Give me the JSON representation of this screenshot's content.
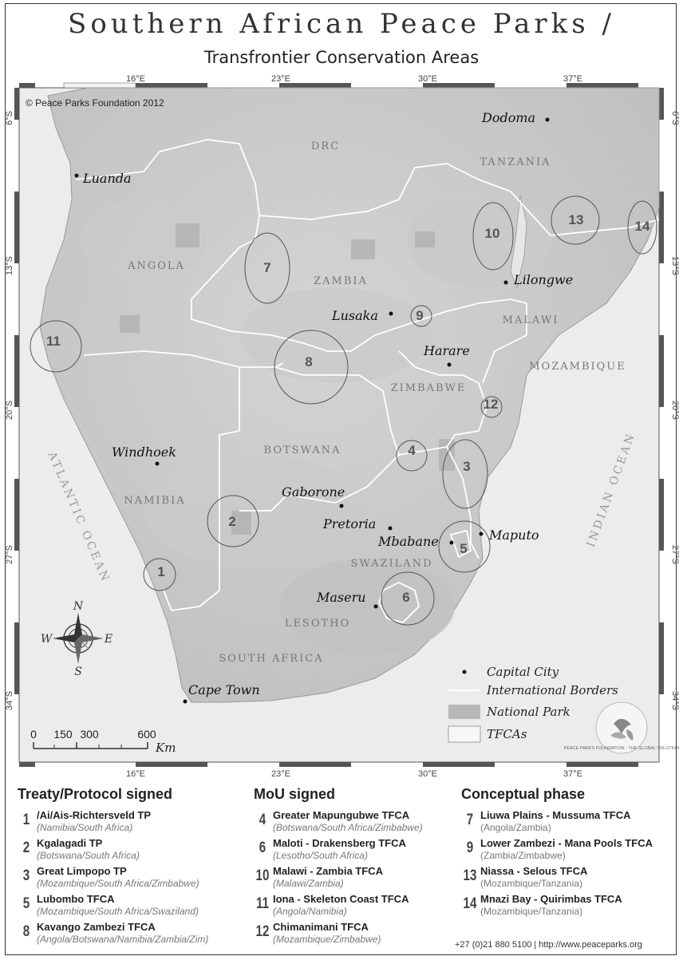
{
  "header": {
    "title": "Southern African Peace Parks /",
    "subtitle": "Transfrontier Conservation Areas"
  },
  "copyright": "© Peace Parks Foundation 2012",
  "graticule": {
    "top_ticks": [
      "16°E",
      "23°E",
      "30°E",
      "37°E"
    ],
    "bottom_ticks": [
      "16°E",
      "23°E",
      "30°E",
      "37°E"
    ],
    "left_ticks": [
      "6°S",
      "13°S",
      "20°S",
      "27°S",
      "34°S"
    ],
    "right_ticks": [
      "6°S",
      "13°S",
      "20°S",
      "27°S",
      "34°S"
    ]
  },
  "countries": [
    "DRC",
    "TANZANIA",
    "ANGOLA",
    "ZAMBIA",
    "MALAWI",
    "MOZAMBIQUE",
    "ZIMBABWE",
    "BOTSWANA",
    "NAMIBIA",
    "SWAZILAND",
    "LESOTHO",
    "SOUTH AFRICA"
  ],
  "oceans": [
    "ATLANTIC OCEAN",
    "INDIAN OCEAN"
  ],
  "capitals": [
    "Dodoma",
    "Luanda",
    "Lilongwe",
    "Lusaka",
    "Harare",
    "Windhoek",
    "Gaborone",
    "Pretoria",
    "Mbabane",
    "Maputo",
    "Maseru",
    "Cape Town"
  ],
  "tfca_markers": [
    "1",
    "2",
    "3",
    "4",
    "5",
    "6",
    "7",
    "8",
    "9",
    "10",
    "11",
    "12",
    "13",
    "14"
  ],
  "compass": {
    "n": "N",
    "s": "S",
    "e": "E",
    "w": "W"
  },
  "scale_bar": {
    "labels": [
      "0",
      "150",
      "300",
      "600"
    ],
    "unit": "Km"
  },
  "map_legend": {
    "capital": "Capital City",
    "borders": "International Borders",
    "park": "National Park",
    "tfca": "TFCAs"
  },
  "logo_text": "PEACE PARKS FOUNDATION · THE GLOBAL SOLUTION",
  "legend": {
    "treaty": {
      "heading": "Treaty/Protocol signed",
      "items": [
        {
          "num": "1",
          "name": "/Ai/Ais-Richtersveld TP",
          "countries": "(Namibia/South Africa)"
        },
        {
          "num": "2",
          "name": "Kgalagadi TP",
          "countries": "(Botswana/South Africa)"
        },
        {
          "num": "3",
          "name": "Great Limpopo TP",
          "countries": "(Mozambique/South Africa/Zimbabwe)"
        },
        {
          "num": "5",
          "name": "Lubombo TFCA",
          "countries": "(Mozambique/South Africa/Swaziland)"
        },
        {
          "num": "8",
          "name": "Kavango Zambezi TFCA",
          "countries": "(Angola/Botswana/Namibia/Zambia/Zim)"
        }
      ]
    },
    "mou": {
      "heading": "MoU signed",
      "items": [
        {
          "num": "4",
          "name": "Greater Mapungubwe TFCA",
          "countries": "(Botswana/South Africa/Zimbabwe)"
        },
        {
          "num": "6",
          "name": "Maloti - Drakensberg TFCA",
          "countries": "(Lesotho/South Africa)"
        },
        {
          "num": "10",
          "name": "Malawi - Zambia TFCA",
          "countries": "(Malawi/Zambia)"
        },
        {
          "num": "11",
          "name": "Iona - Skeleton Coast TFCA",
          "countries": "(Angola/Namibia)"
        },
        {
          "num": "12",
          "name": "Chimanimani TFCA",
          "countries": "(Mozambique/Zimbabwe)"
        }
      ]
    },
    "conceptual": {
      "heading": "Conceptual phase",
      "items": [
        {
          "num": "7",
          "name": "Liuwa Plains - Mussuma TFCA",
          "countries": "(Angola/Zambia)"
        },
        {
          "num": "9",
          "name": "Lower Zambezi - Mana Pools TFCA",
          "countries": "(Zambia/Zimbabwe)"
        },
        {
          "num": "13",
          "name": "Niassa - Selous TFCA",
          "countries": "(Mozambique/Tanzania)"
        },
        {
          "num": "14",
          "name": "Mnazi Bay - Quirimbas TFCA",
          "countries": "(Mozambique/Tanzania)"
        }
      ]
    }
  },
  "contact": "+27 (0)21 880 5100  |  http://www.peaceparks.org"
}
